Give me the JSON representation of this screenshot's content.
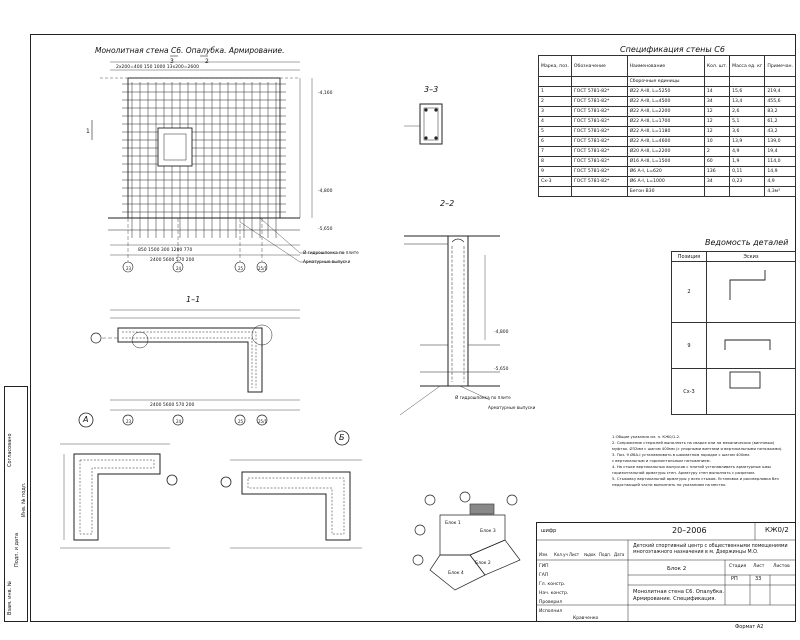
{
  "drawing_title": "Монолитная стена С6. Опалубка. Армирование.",
  "sections": {
    "s33": "3–3",
    "s22": "2–2",
    "s11": "1–1",
    "node_a": "А",
    "node_b": "Б",
    "mark3": "3",
    "mark2": "2",
    "mark1": "1"
  },
  "axes": [
    "23",
    "24",
    "25",
    "25/1"
  ],
  "dims": {
    "top_row": "2x200=400  150  1000  13x200=2600",
    "bottom_row1": "850  1500  300  1200  770",
    "bottom_row2": "2400  5600  570  200",
    "plan_row": "2400  5600  570  200",
    "lvl1": "-4,160",
    "lvl2": "-4,800",
    "lvl3": "-5,650"
  },
  "notes_plan": {
    "waterstop": "Ø гидрошпонка по плите",
    "outlets": "Арматурные выпуски"
  },
  "spec_table": {
    "title": "Спецификация стены С6",
    "headers": [
      "Марка, поз.",
      "Обозначение",
      "Наименование",
      "Кол. шт.",
      "Масса ед. кг",
      "Примечан."
    ],
    "group": "Сборочные единицы",
    "rows": [
      [
        "1",
        "ГОСТ 5781-82*",
        "Ø22 А-III, L=5250",
        "14",
        "15,6",
        "219,4"
      ],
      [
        "2",
        "ГОСТ 5781-82*",
        "Ø22 А-III, L=4500",
        "34",
        "13,4",
        "455,6"
      ],
      [
        "3",
        "ГОСТ 5781-82*",
        "Ø22 А-III, L=2200",
        "12",
        "2,6",
        "83,2"
      ],
      [
        "4",
        "ГОСТ 5781-82*",
        "Ø22 А-III, L=1700",
        "12",
        "5,1",
        "61,2"
      ],
      [
        "5",
        "ГОСТ 5781-82*",
        "Ø22 А-III, L=1180",
        "12",
        "3,6",
        "43,2"
      ],
      [
        "6",
        "ГОСТ 5781-82*",
        "Ø22 А-III, L=4600",
        "10",
        "13,9",
        "139,0"
      ],
      [
        "7",
        "ГОСТ 5781-82*",
        "Ø20 А-III, L=2200",
        "2",
        "4,9",
        "19,4"
      ],
      [
        "8",
        "ГОСТ 5781-82*",
        "Ø16 А-III, L=1500",
        "60",
        "1,9",
        "114,0"
      ],
      [
        "9",
        "ГОСТ 5781-82*",
        "Ø6 А-I, L=620",
        "136",
        "0,11",
        "14,9"
      ],
      [
        "Сх-3",
        "ГОСТ 5781-82*",
        "Ø6 А-I, L=1000",
        "34",
        "0,23",
        "4,9"
      ]
    ],
    "footer_label": "Бетон В30",
    "footer_value": "4,3м³"
  },
  "pieces_table": {
    "title": "Ведомость деталей",
    "headers": [
      "Позиция",
      "Эскиз"
    ],
    "rows": [
      "2",
      "9",
      "Сх-3"
    ]
  },
  "notes": [
    "1.Общие указания см. л. КЖ0/1-2.",
    "2. Сопряжение стержней выполнять на сварке или на механических (винтовых)",
    "   муфтах. Ø32мм с шагом 400мм (с упорными винтами и вертикальными натяжками).",
    "3. Поз. 9  Ø6А-I устанавливать в шахматном порядке с шагом 400мм.",
    "   с вертикальным и горизонтальным натяжением.",
    "4. На стыке вертикальных выпусков с плитой устанавливать арматурные швы",
    "   горизонтальной арматуры стен. Арматуру стен выполнять с разрезом.",
    "5. Стыковку вертикальной арматуры у всех стыков. Установка и рассверловка без",
    "   недостающей части выполнять по указаниям на местах."
  ],
  "blocks_plan": {
    "b1": "Блок 1",
    "b2": "Блок 2",
    "b3": "Блок 3",
    "b4": "Блок 4"
  },
  "stamp": {
    "code": "20–2006",
    "sheet_code": "КЖ0/2",
    "project": "Детский спортивный центр с общественными помещениями многоэтажного назначения в м. Дзержинцы М.О.",
    "block": "Блок 2",
    "sheet_title": "Монолитная стена С6. Опалубка. Армирование. Спецификация.",
    "stage_label": "Стадия",
    "sheet_label": "Лист",
    "sheets_label": "Листов",
    "stage": "РП",
    "sheet": "33",
    "roles": [
      "ГИП",
      "ГАП",
      "Гл. констр.",
      "Нач. констр.",
      "Проверил",
      "Исполнил"
    ],
    "cols": [
      "Изм.",
      "Кол.уч",
      "Лист",
      "№док",
      "Подп.",
      "Дата"
    ],
    "executor": "Кравченко",
    "format": "Формат А2",
    "shimark": "шифр"
  },
  "side_labels": [
    "Взам. инв. №",
    "Подп. и дата",
    "Инв. № подл.",
    "Согласовано"
  ]
}
